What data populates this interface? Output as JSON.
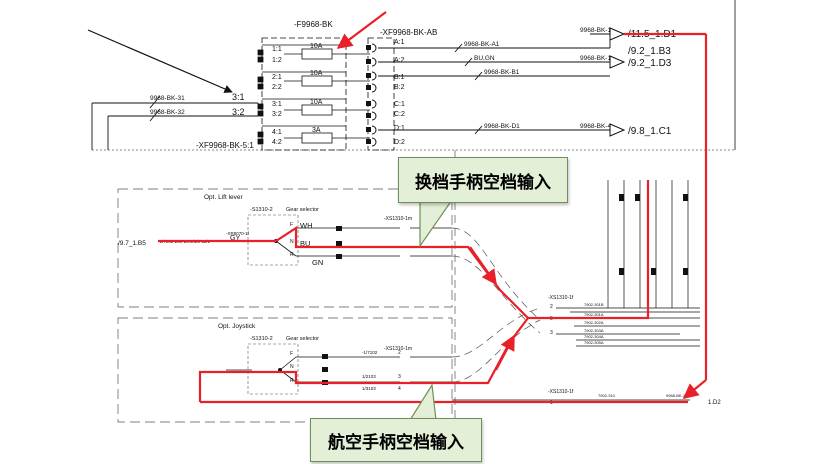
{
  "top_section": {
    "fuse_block_name": "-F9968-BK",
    "connector_name": "-XF9968-BK-AB",
    "left_connector_name": "-XF9968-BK-5:1",
    "fuses": [
      {
        "rating": "10A",
        "left_top": "1:1",
        "left_bottom": "1:2",
        "right_top": "A:1",
        "right_bottom": "A:2"
      },
      {
        "rating": "10A",
        "left_top": "2:1",
        "left_bottom": "2:2",
        "right_top": "B:1",
        "right_bottom": "B:2"
      },
      {
        "rating": "10A",
        "left_top": "3:1",
        "left_bottom": "3:2",
        "right_top": "C:1",
        "right_bottom": "C:2"
      },
      {
        "rating": "3A",
        "left_top": "4:1",
        "left_bottom": "4:2",
        "right_top": "D:1",
        "right_bottom": "D:2"
      }
    ],
    "wire_labels": {
      "a1": "9968-BK-A1",
      "a2": "BU,GN",
      "b1": "9968-BK-B1",
      "d1": "9968-BK-D1",
      "out1": "9968-BK-1",
      "out2": "9968-BK-1",
      "out3": "9968-BK-4",
      "in31": "9968-BK-31",
      "in32": "9968-BK-32"
    },
    "left_pins": {
      "p1": "3:1",
      "p2": "3:2"
    },
    "refs": {
      "r1": "/11.5_1.D1",
      "r2": "/9.2_1.B3",
      "r3": "/9.2_1.D3",
      "r4": "/9.8_1.C1"
    }
  },
  "lift_lever": {
    "title": "Opt. Lift lever",
    "device": "-S1310-2",
    "selector": "Gear selector",
    "ref_in": "/9.7_1.B5",
    "wire_in1": "-1/7902-209-BK",
    "wire_in2": "4/1/8-11/1",
    "conn": "-XR8070-1f",
    "colors": {
      "wh": "WH",
      "gy": "GY",
      "bu": "BU",
      "gn": "GN"
    },
    "dir_f": "F",
    "dir_n": "N",
    "dir_r": "R",
    "conn2": "-XS1310-1m"
  },
  "joystick": {
    "title": "Opt. Joystick",
    "device": "-S1310-2",
    "selector": "Gear selector",
    "dir_f": "F",
    "dir_n": "N",
    "dir_r": "R",
    "conn": "-XS1310-1m",
    "pin1": "2",
    "pin2": "3",
    "pin3": "4",
    "wire1": "-1/7102",
    "wire2": "1/2103",
    "wire3": "1/3103"
  },
  "merge": {
    "conn_top": "-XS1310-1f",
    "conn_bottom": "-XS1310-1f",
    "pin2": "2",
    "pin3": "3",
    "pin5": "5",
    "pin1": "1",
    "wires": [
      "7902-301B",
      "7902-301A",
      "7902-302A",
      "7902-303A",
      "7902-304A",
      "7902-305A"
    ],
    "bottom_ref": "1.D2",
    "bottom_wire": "7902-310",
    "bottom_wire2": "9968-BK-1"
  },
  "callouts": {
    "shift_lever": "换档手柄空档输入",
    "aviation": "航空手柄空档输入"
  },
  "colors": {
    "highlight": "#e8202a",
    "line": "#111111",
    "callout_fill": "#e3efd6",
    "callout_border": "#6e8f5a"
  }
}
